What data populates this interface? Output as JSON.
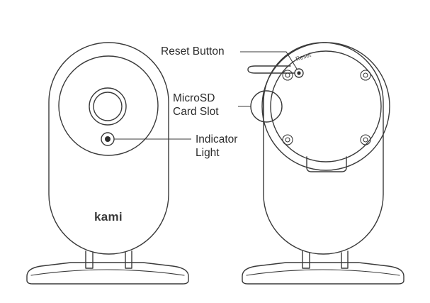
{
  "labels": {
    "reset_button": "Reset Button",
    "microsd_line1": "MicroSD",
    "microsd_line2": "Card Slot",
    "indicator_line1": "Indicator",
    "indicator_line2": "Light",
    "reset_small": "Reset"
  },
  "logo": "kami"
}
